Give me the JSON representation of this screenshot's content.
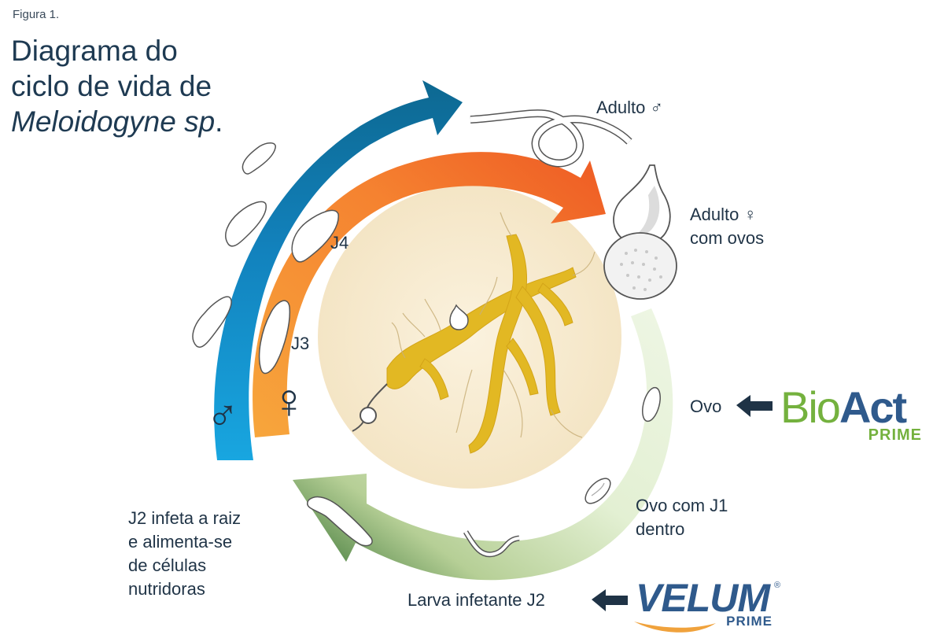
{
  "figure_label": "Figura 1.",
  "title": {
    "line1": "Diagrama do",
    "line2": "ciclo de vida de",
    "line3_italic": "Meloidogyne sp",
    "line3_end": "."
  },
  "labels": {
    "adult_male": "Adulto ♂",
    "adult_female_line1": "Adulto ♀",
    "adult_female_line2": "com ovos",
    "egg": "Ovo",
    "egg_j1_line1": "Ovo com J1",
    "egg_j1_line2": "dentro",
    "larva_j2": "Larva infetante J2",
    "j2_infects_line1": "J2 infeta a raiz",
    "j2_infects_line2": "e alimenta-se",
    "j2_infects_line3": "de células",
    "j2_infects_line4": "nutridoras",
    "j4": "J4",
    "j3": "J3",
    "male_symbol": "♂",
    "female_symbol": "♀"
  },
  "logos": {
    "bioact_part1": "Bio",
    "bioact_part2": "Act",
    "bioact_sub": "PRIME",
    "velum_main": "VELUM",
    "velum_reg": "®",
    "velum_sub": "PRIME"
  },
  "colors": {
    "male_arrow_dark": "#0d6a9a",
    "male_arrow_light": "#16a2dc",
    "female_arrow_orange": "#f5a03a",
    "female_arrow_red": "#ee5a24",
    "egg_arrow_light": "#e4f0d4",
    "egg_arrow_dark": "#2e6b2b",
    "root": "#e2b823",
    "root_bg": "#f7ecd4",
    "text": "#1f3346",
    "bioact_green": "#74b13e",
    "brand_blue": "#2f5a8c"
  }
}
